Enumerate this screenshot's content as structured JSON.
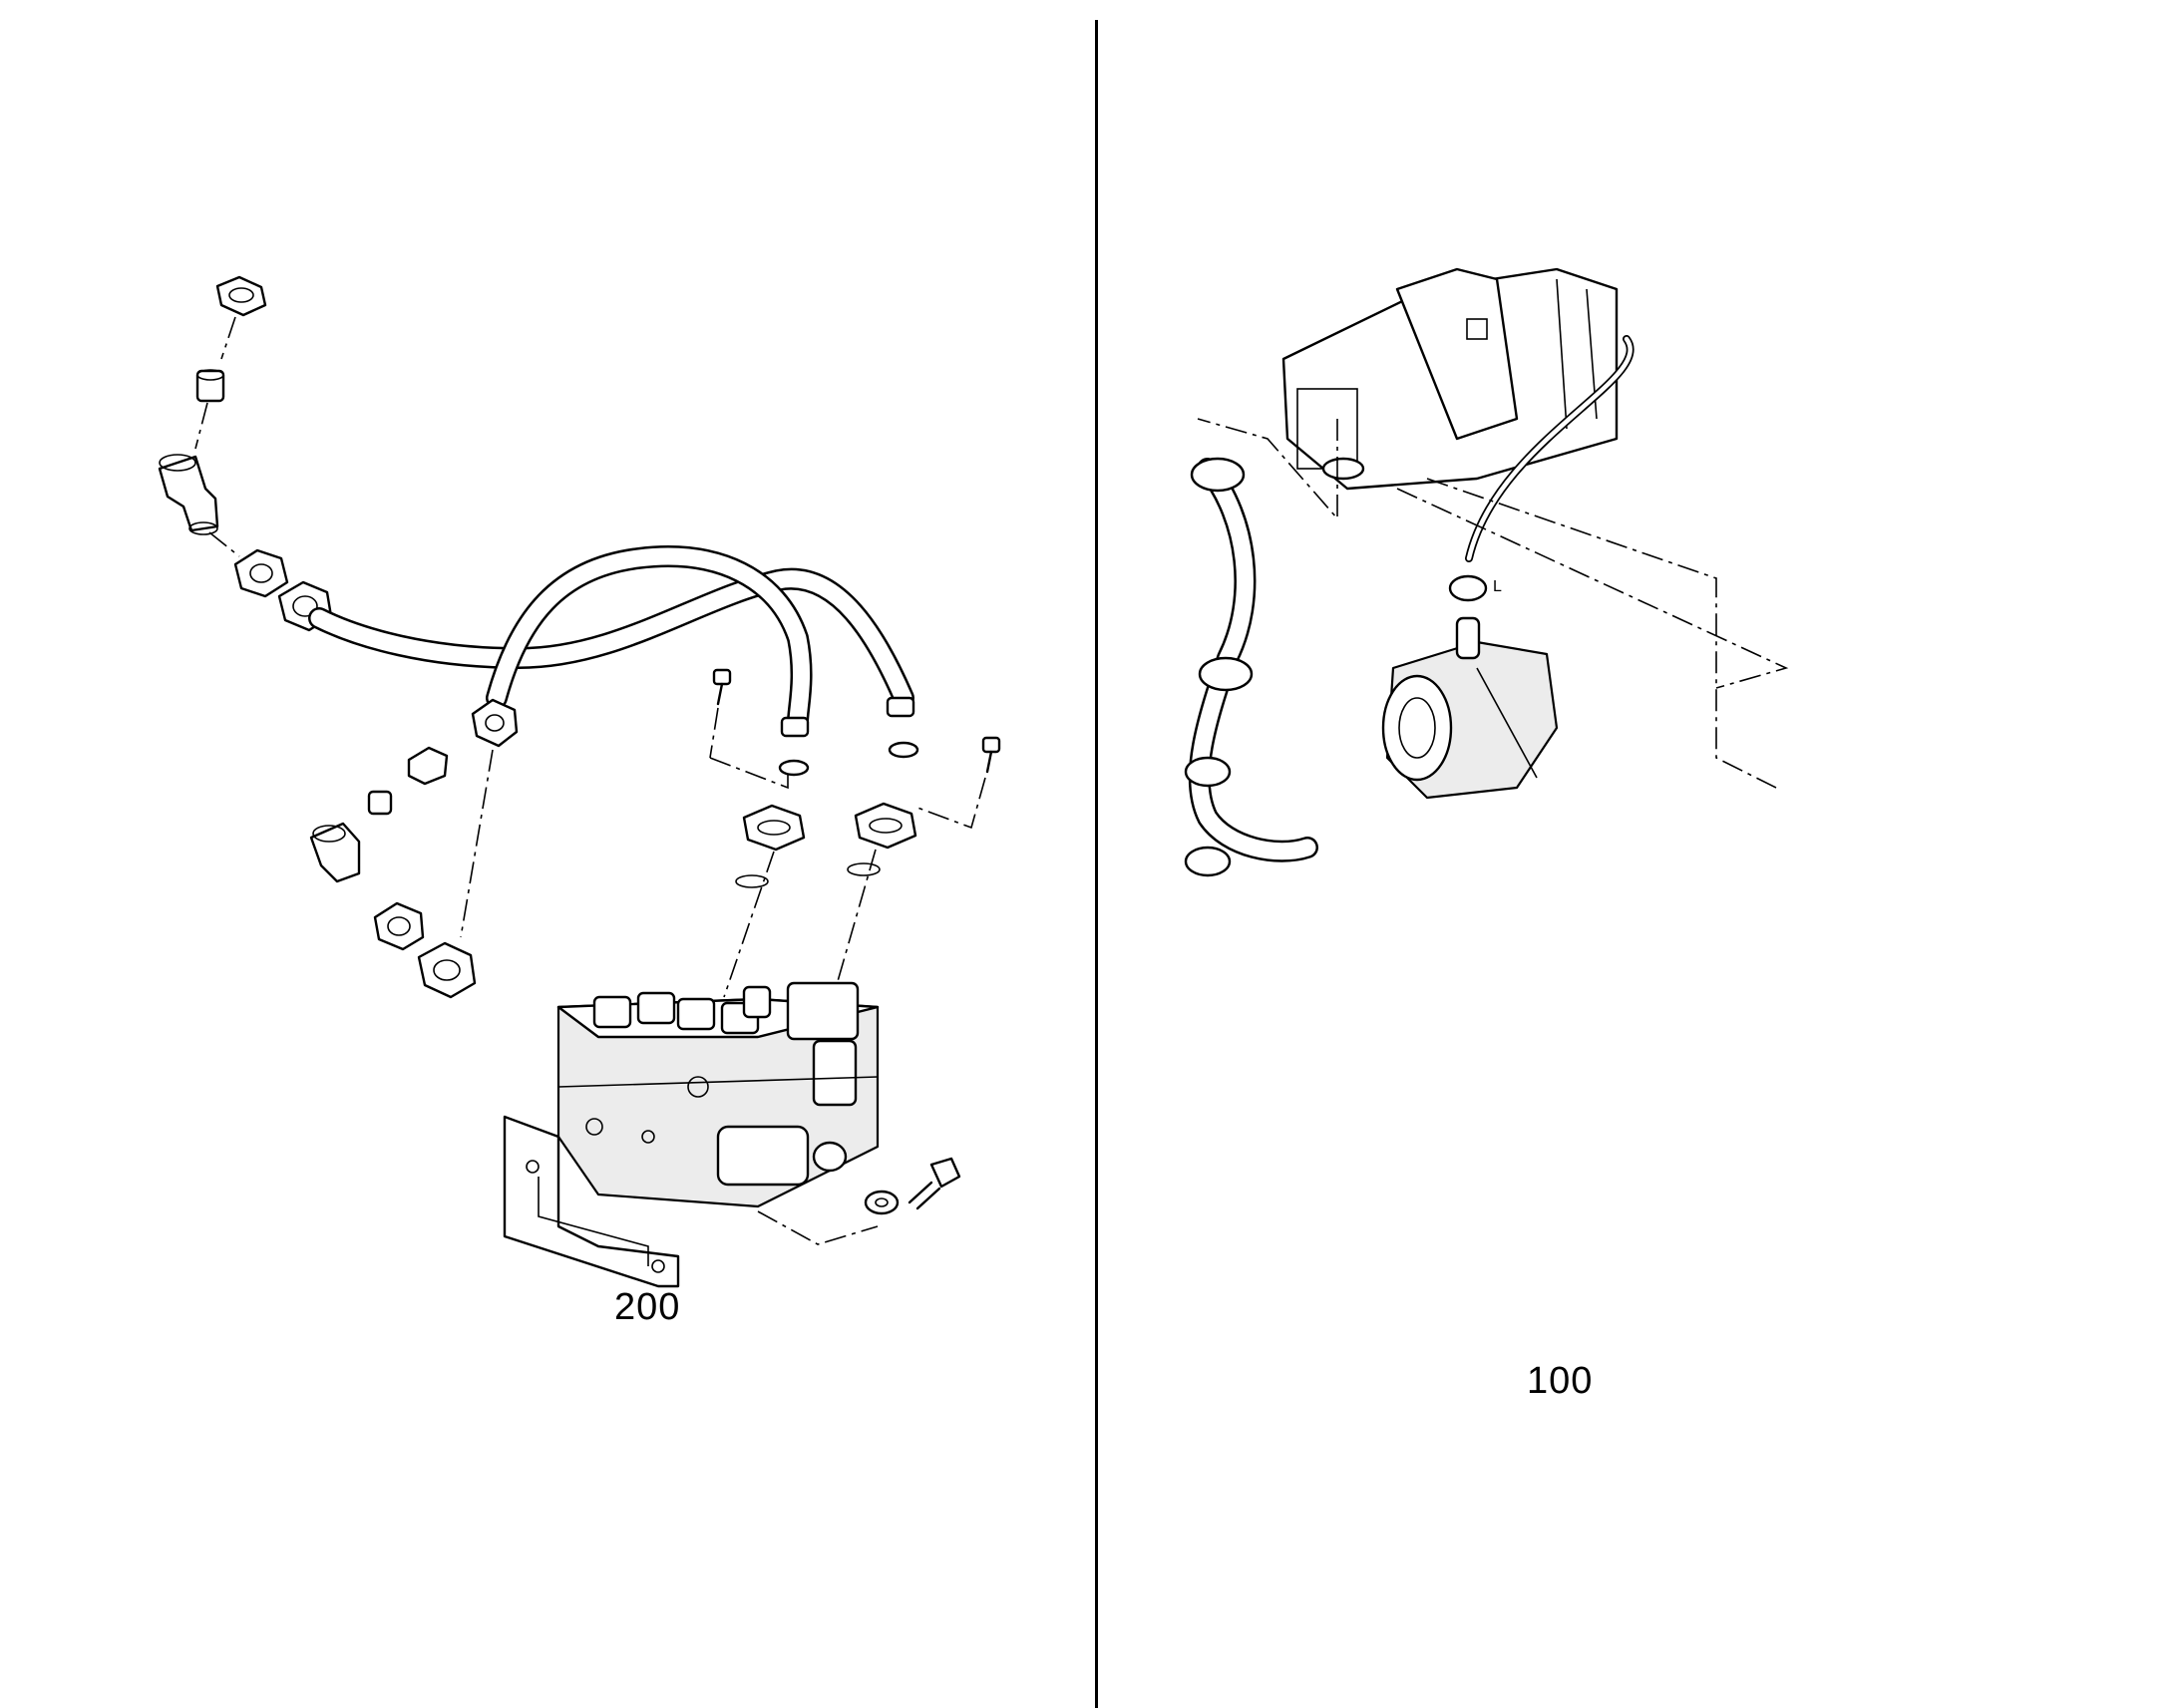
{
  "groups": [
    {
      "id": "left",
      "label": "200"
    },
    {
      "id": "right",
      "label": "100"
    }
  ],
  "annotations": {
    "hose_marker": "L"
  }
}
